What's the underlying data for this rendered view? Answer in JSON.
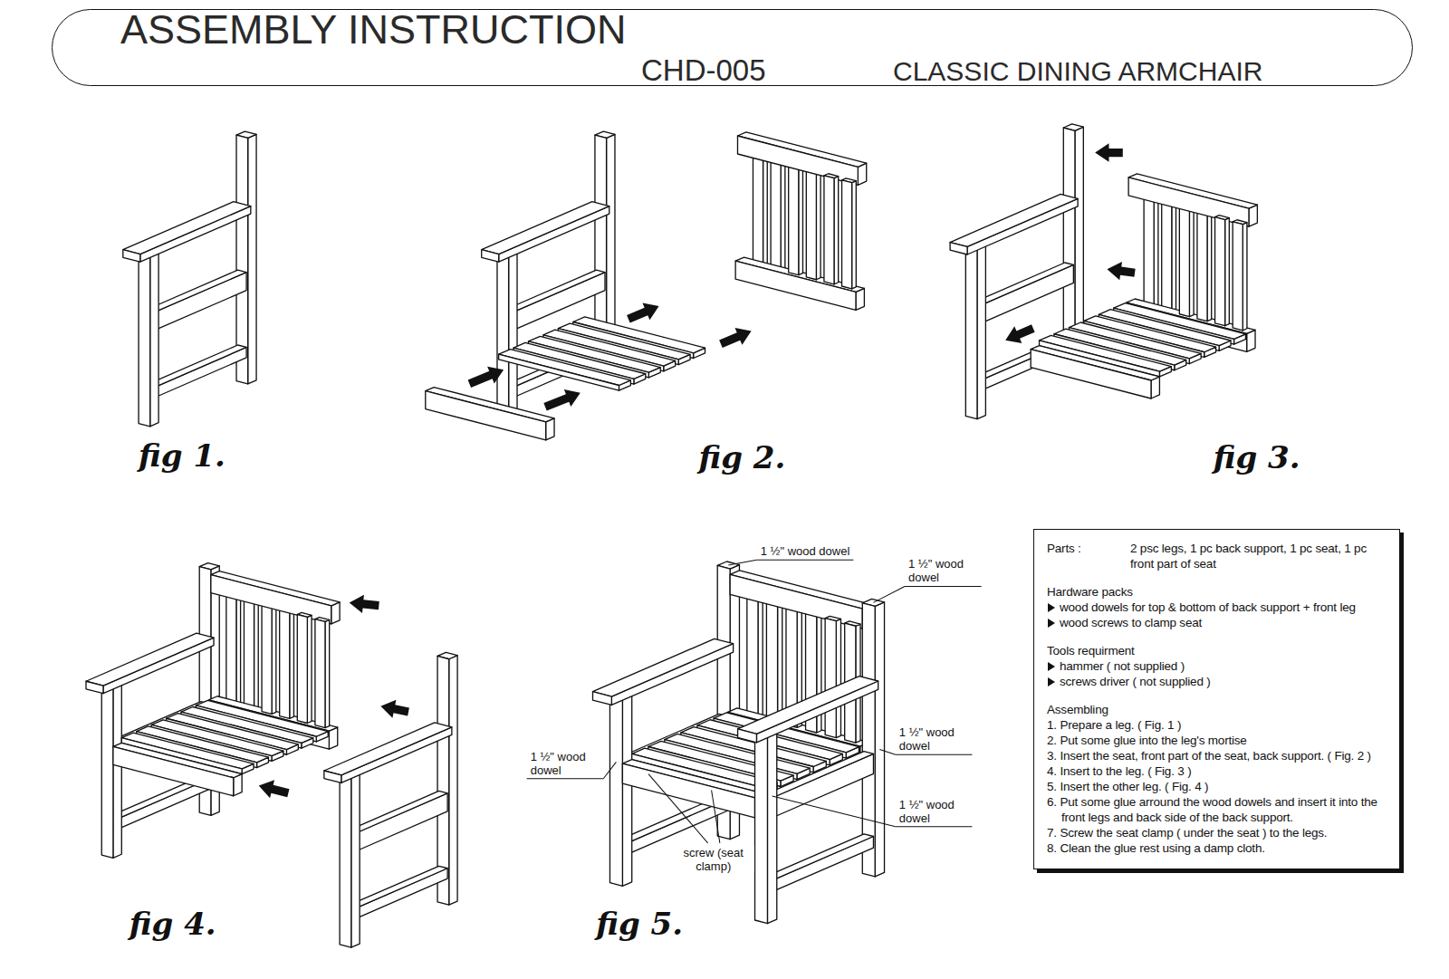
{
  "diagram": {
    "title": "ASSEMBLY INSTRUCTION",
    "nodes": [
      {
        "text": [
          "CHD-005",
          "CLASSIC DINING ARMCHAIR"
        ]
      },
      {
        "text": [
          "Parts :",
          "2 psc legs, 1 pc back support, 1 pc seat, 1 pc front part of seat",
          "Hardware packs",
          "wood dowels for top & bottom of back support + front leg",
          "wood screws to clamp seat",
          "Tools requirment",
          "hammer ( not supplied )",
          "screws driver ( not supplied )",
          "Assembling",
          "1. Prepare a leg. ( Fig. 1 )",
          "2. Put some glue into the leg's mortise",
          "3. Insert the seat, front part of the seat, back support. ( Fig. 2 )",
          "4. Insert to the leg. ( Fig. 3 )",
          "5. Insert the other leg. ( Fig. 4 )",
          "6. Put some glue arround the wood dowels and insert it into the front legs and back side of the back support.",
          "7. Screw the seat clamp ( under the seat ) to the legs.",
          "8. Clean the glue rest using a damp cloth."
        ]
      }
    ],
    "labels": [
      "fig 1.",
      "fig 2.",
      "fig 3.",
      "fig 4.",
      "1 ½\" wood dowel",
      "1 ½\" wood dowel",
      "1 ½\" wood dowel",
      "1 ½\" wood dowel",
      "1 ½\" wood dowel",
      "screw (seat clamp)",
      "fig 5."
    ]
  }
}
